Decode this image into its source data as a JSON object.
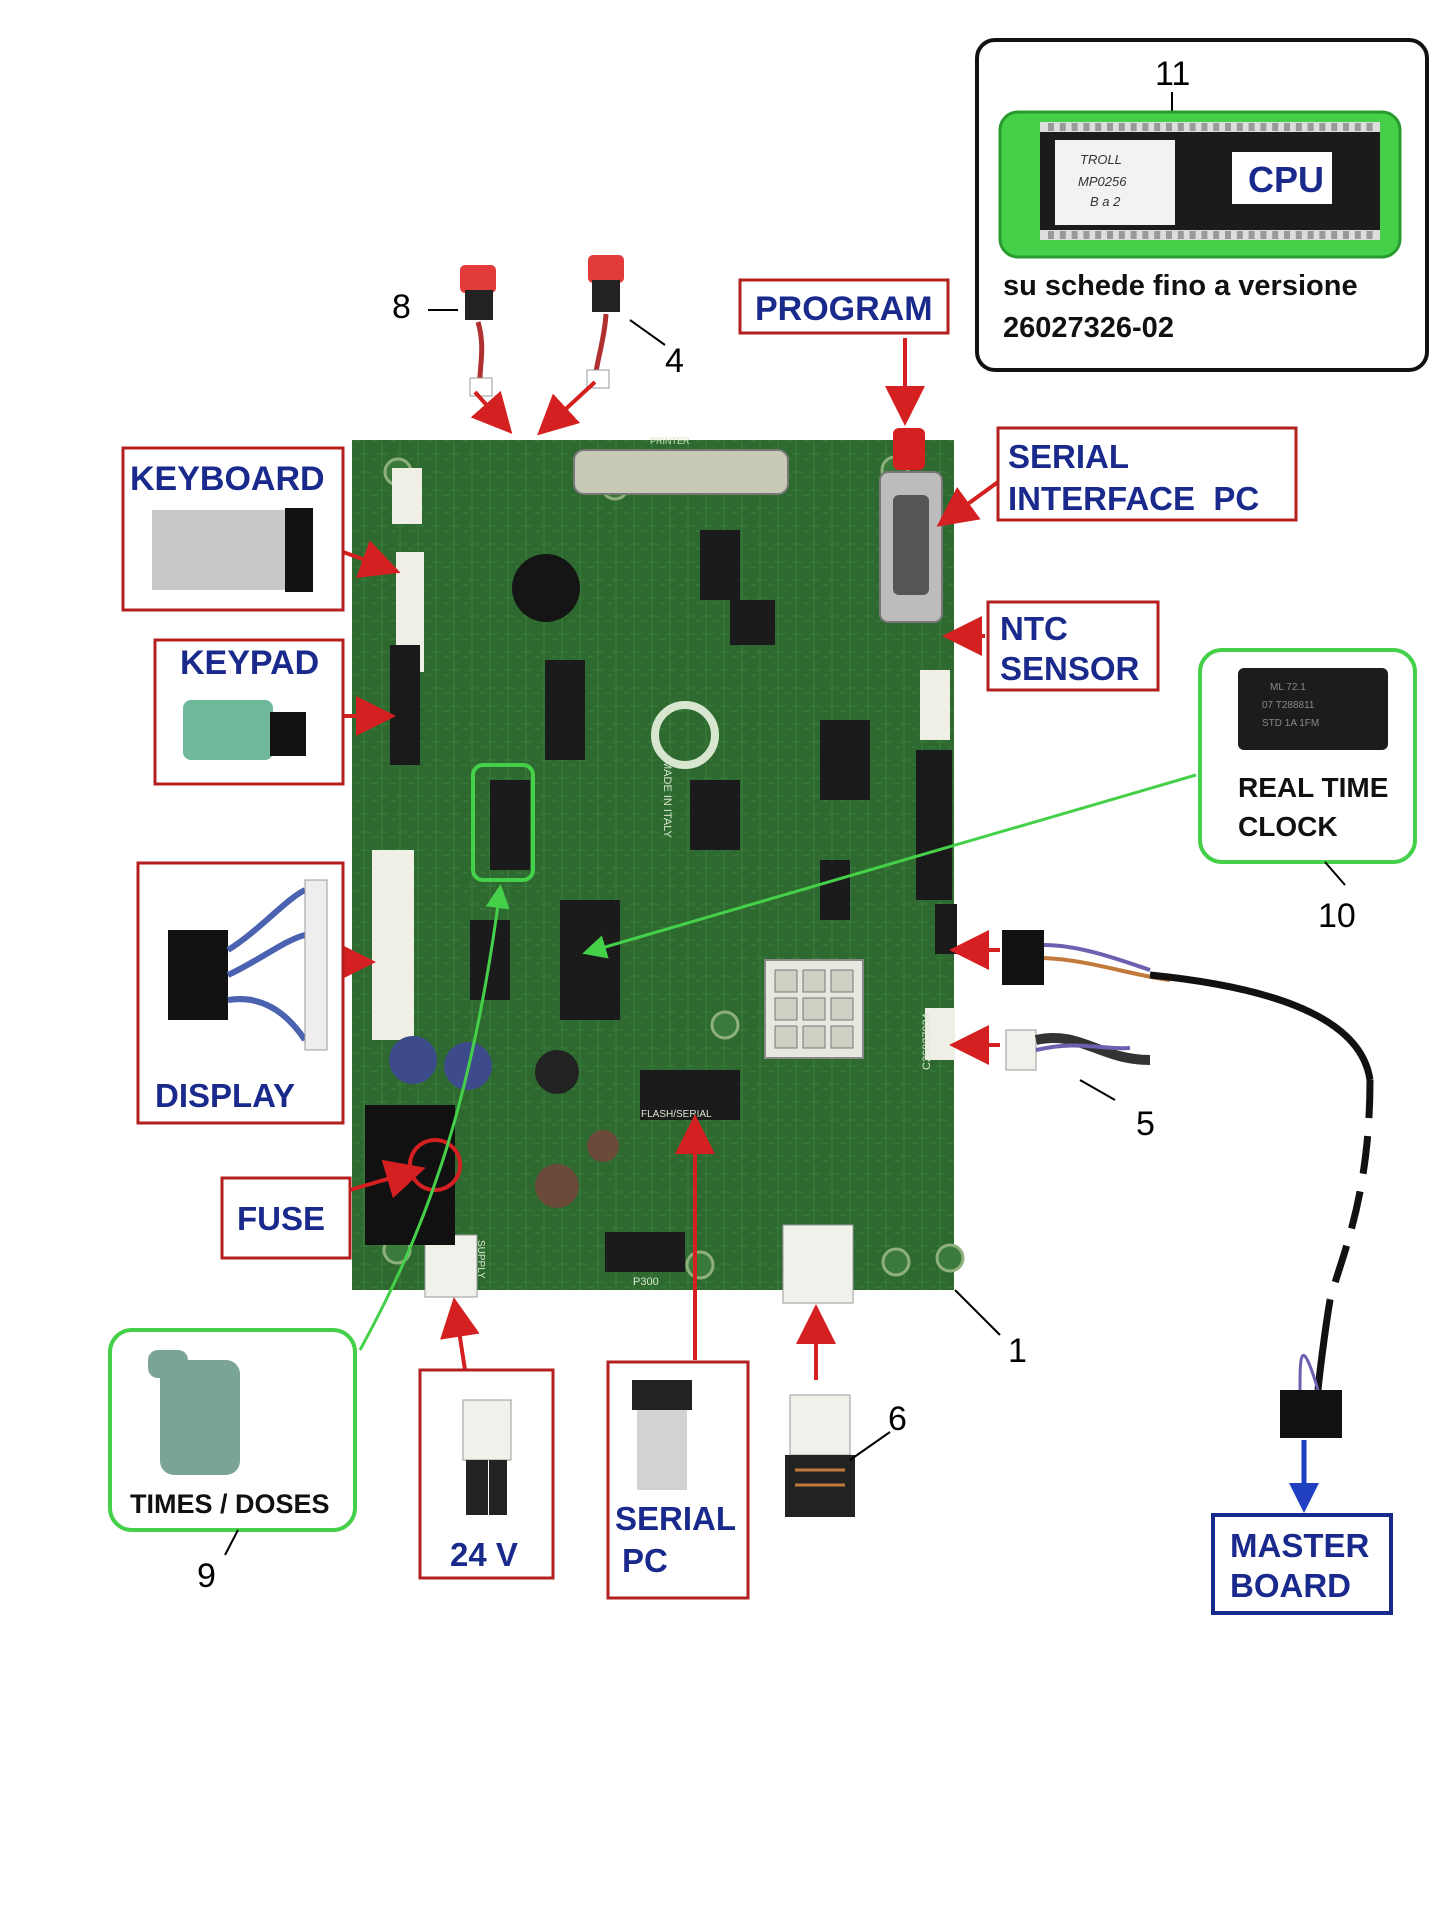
{
  "colors": {
    "label_text": "#1a2a8c",
    "red_frame": "#b42020",
    "green_frame": "#45d04a",
    "navy_frame": "#1a2a8c",
    "board": "#2f6b2f",
    "red_arrow": "#d42020",
    "green_arrow": "#45d04a"
  },
  "labels": {
    "program": "PROGRAM",
    "serial_interface_1": "SERIAL",
    "serial_interface_2": "INTERFACE  PC",
    "ntc_1": "NTC",
    "ntc_2": "SENSOR",
    "keyboard": "KEYBOARD",
    "keypad": "KEYPAD",
    "display": "DISPLAY",
    "fuse": "FUSE",
    "times_doses": "TIMES / DOSES",
    "v24": "24 V",
    "serial_pc_1": "SERIAL",
    "serial_pc_2": "PC",
    "master_1": "MASTER",
    "master_2": "BOARD",
    "rtc_1": "REAL TIME",
    "rtc_2": "CLOCK",
    "cpu": "CPU",
    "cpu_note_1": "su schede fino a versione",
    "cpu_note_2": "26027326-02",
    "cpu_chip_1": "TROLL",
    "cpu_chip_2": "MP0256",
    "cpu_chip_3": "B a 2"
  },
  "board_text": {
    "printer": "PRINTER",
    "made_in_italy": "MADE IN ITALY",
    "flash_serial": "FLASH/SERIAL",
    "p300": "P300",
    "supply": "SUPPLY",
    "code": "C26027034",
    "rtc_chip_1": "ML 72.1",
    "rtc_chip_2": "07 T288811",
    "rtc_chip_3": "STD 1A 1FM"
  },
  "numbers": {
    "n1": "1",
    "n4": "4",
    "n5": "5",
    "n6": "6",
    "n8": "8",
    "n9": "9",
    "n10": "10",
    "n11": "11"
  }
}
